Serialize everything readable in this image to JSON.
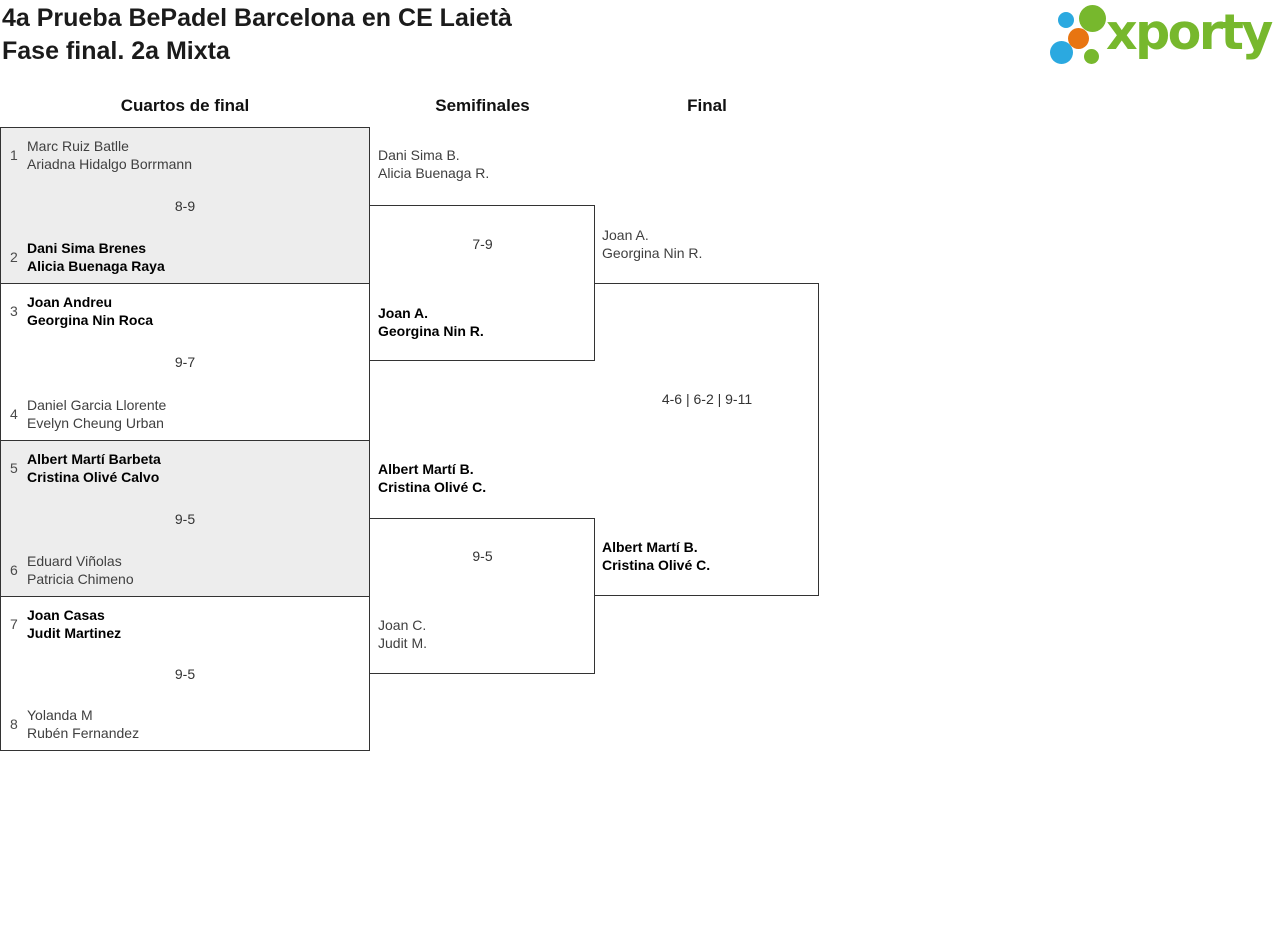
{
  "header": {
    "title_line1": "4a Prueba BePadel Barcelona en CE Laietà",
    "title_line2": "Fase final. 2a Mixta"
  },
  "logo": {
    "text": "xporty",
    "colors": {
      "green": "#77b82d",
      "blue": "#2ba9e0",
      "orange": "#e87511"
    }
  },
  "round_headers": {
    "quarterfinals": "Cuartos de final",
    "semifinals": "Semifinales",
    "final": "Final"
  },
  "quarterfinals": [
    {
      "seed_a": "1",
      "team_a": [
        "Marc Ruiz Batlle",
        "Ariadna Hidalgo Borrmann"
      ],
      "score": "8-9",
      "seed_b": "2",
      "team_b": [
        "Dani Sima Brenes",
        "Alicia Buenaga Raya"
      ],
      "winner": "b"
    },
    {
      "seed_a": "3",
      "team_a": [
        "Joan Andreu",
        "Georgina Nin Roca"
      ],
      "score": "9-7",
      "seed_b": "4",
      "team_b": [
        "Daniel Garcia Llorente",
        "Evelyn Cheung Urban"
      ],
      "winner": "a"
    },
    {
      "seed_a": "5",
      "team_a": [
        "Albert Martí Barbeta",
        "Cristina Olivé Calvo"
      ],
      "score": "9-5",
      "seed_b": "6",
      "team_b": [
        "Eduard Viñolas",
        "Patricia Chimeno"
      ],
      "winner": "a"
    },
    {
      "seed_a": "7",
      "team_a": [
        "Joan Casas",
        "Judit Martinez"
      ],
      "score": "9-5",
      "seed_b": "8",
      "team_b": [
        "Yolanda M",
        "Rubén Fernandez"
      ],
      "winner": "a"
    }
  ],
  "semifinals": [
    {
      "team_a": [
        "Dani Sima B.",
        "Alicia Buenaga R."
      ],
      "score": "7-9",
      "team_b": [
        "Joan A.",
        "Georgina Nin R."
      ],
      "winner": "b"
    },
    {
      "team_a": [
        "Albert Martí B.",
        "Cristina Olivé C."
      ],
      "score": "9-5",
      "team_b": [
        "Joan C.",
        "Judit M."
      ],
      "winner": "a"
    }
  ],
  "final": {
    "team_a": [
      "Joan A.",
      "Georgina Nin R."
    ],
    "score": "4-6 | 6-2 | 9-11",
    "team_b": [
      "Albert Martí B.",
      "Cristina Olivé C."
    ],
    "winner": "b"
  }
}
